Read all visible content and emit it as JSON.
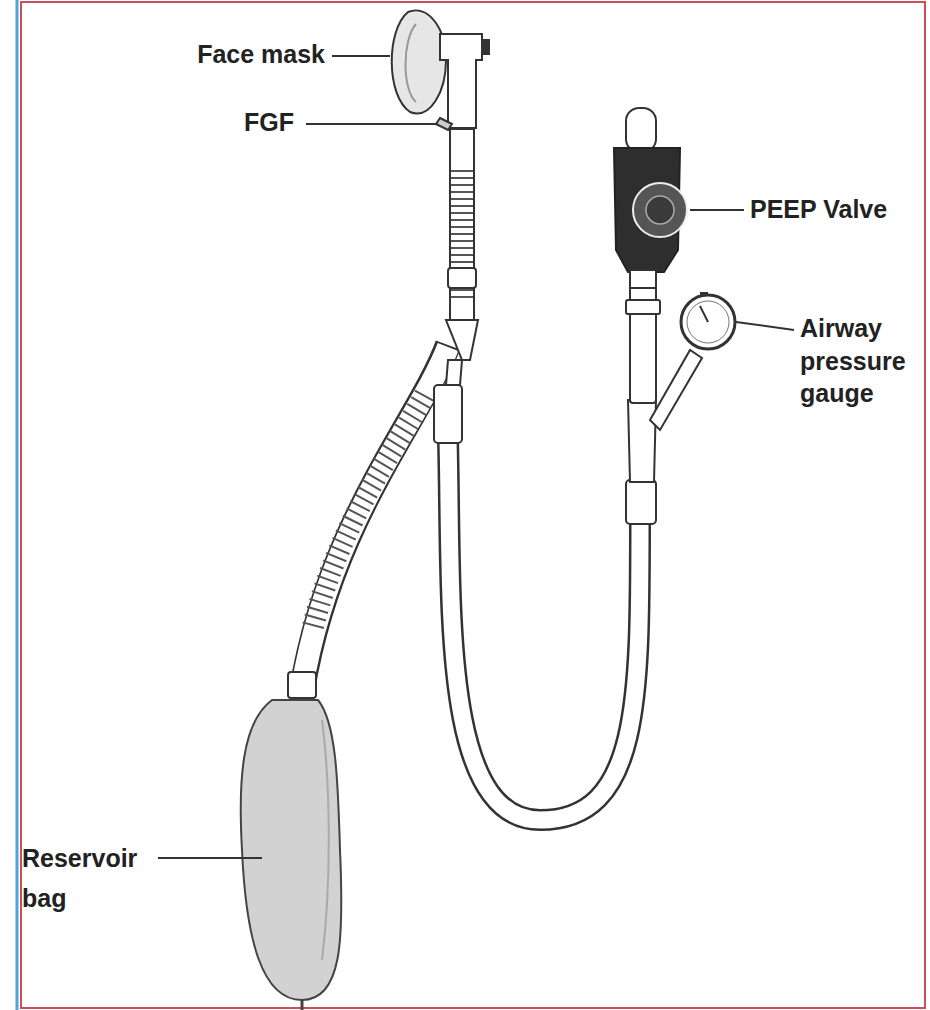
{
  "diagram": {
    "labels": [
      "Face mask",
      "FGF",
      "PEEP Valve",
      "Airway pressure gauge",
      "Reservoir bag"
    ]
  }
}
